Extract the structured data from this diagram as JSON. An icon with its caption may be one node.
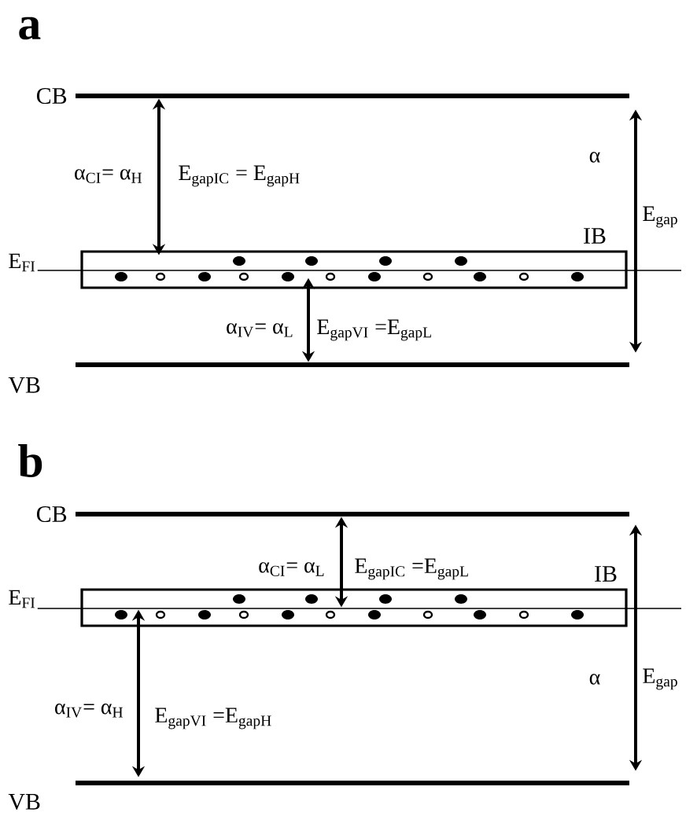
{
  "diagram": {
    "nodes": [
      {
        "text": [
          "CB"
        ]
      },
      {
        "text": [
          "IB"
        ]
      },
      {
        "text": [
          "VB"
        ]
      },
      {
        "text": [
          "CB"
        ]
      },
      {
        "text": [
          "IB"
        ]
      },
      {
        "text": [
          "VB"
        ]
      }
    ],
    "edges": [
      {
        "from": 0,
        "to": 1,
        "arrow": "both"
      },
      {
        "from": 1,
        "to": 2,
        "arrow": "both"
      },
      {
        "from": 0,
        "to": 2,
        "arrow": "both"
      },
      {
        "from": 3,
        "to": 4,
        "arrow": "both"
      },
      {
        "from": 4,
        "to": 5,
        "arrow": "both"
      },
      {
        "from": 3,
        "to": 5,
        "arrow": "both"
      }
    ],
    "labels": [
      "a",
      "α$_{CI}$= α$_{H}$",
      "E$_{gapIC}$ = E$_{gapH}$",
      "α",
      "E$_{gap}$",
      "E$_{FI}$",
      "α$_{IV}$= α$_{L}$",
      "E$_{gapVI}$ =E$_{gapL}$",
      "b",
      "α$_{CI}$= α$_{L}$",
      "E$_{gapIC}$ =E$_{gapL}$",
      "E$_{FI}$",
      "α",
      "E$_{gap}$",
      "α$_{IV}$= α$_{H}$",
      "E$_{gapVI}$ =E$_{gapH}$"
    ]
  }
}
